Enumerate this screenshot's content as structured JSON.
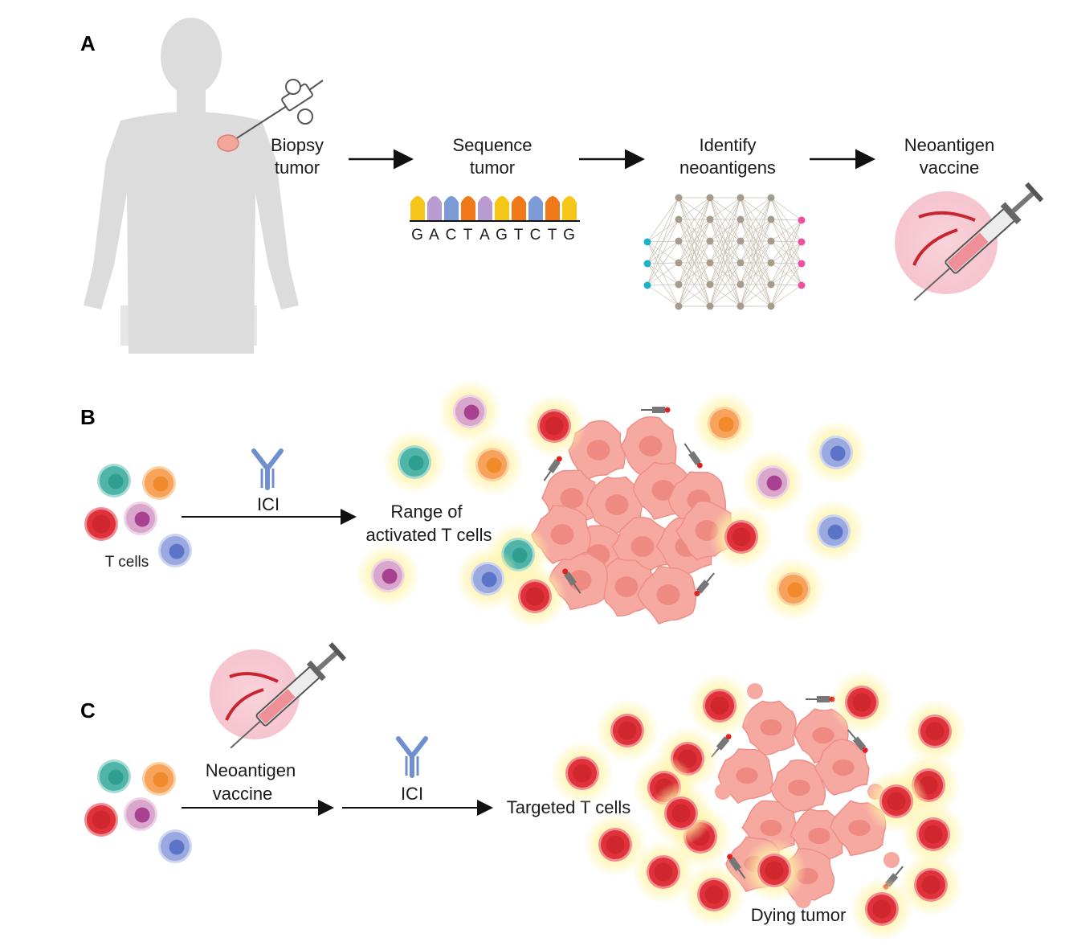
{
  "panels": {
    "a": {
      "label": "A",
      "steps": [
        {
          "line1": "Biopsy",
          "line2": "tumor"
        },
        {
          "line1": "Sequence",
          "line2": "tumor"
        },
        {
          "line1": "Identify",
          "line2": "neoantigens"
        },
        {
          "line1": "Neoantigen",
          "line2": "vaccine"
        }
      ],
      "dna_sequence": [
        "G",
        "A",
        "C",
        "T",
        "A",
        "G",
        "T",
        "C",
        "T",
        "G"
      ]
    },
    "b": {
      "label": "B",
      "tcells_label": "T cells",
      "ici_label": "ICI",
      "result_line1": "Range of",
      "result_line2": "activated T cells"
    },
    "c": {
      "label": "C",
      "vaccine_line1": "Neoantigen",
      "vaccine_line2": "vaccine",
      "ici_label": "ICI",
      "result_label": "Targeted T cells",
      "tumor_label": "Dying tumor"
    }
  },
  "colors": {
    "silhouette": "#dcdcdc",
    "tumor": "#f6a9a1",
    "tcell_teal": "#4fb5a8",
    "tcell_orange": "#f7a35b",
    "tcell_red": "#e0323b",
    "tcell_purple": "#c989b8",
    "tcell_blue": "#8a9bd6",
    "antibody": "#6f8fcf",
    "glow": "#fff0a0"
  },
  "icons": [
    "human-silhouette-icon",
    "biopsy-syringe-icon",
    "neural-network-icon",
    "vaccine-syringe-icon",
    "antibody-icon",
    "t-cell-icon",
    "tumor-mass-icon"
  ]
}
